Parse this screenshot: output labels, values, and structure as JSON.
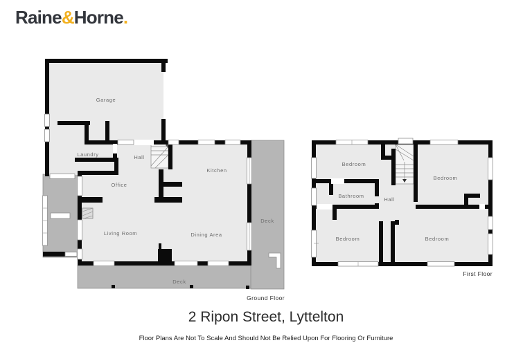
{
  "logo": {
    "word1": "Raine",
    "amp": "&",
    "word2": "Horne",
    "dot": "."
  },
  "title": "2 Ripon Street, Lyttelton",
  "disclaimer": "Floor Plans Are Not To Scale And Should Not Be Relied Upon For Flooring Or Furniture",
  "ground_floor": {
    "caption": "Ground Floor",
    "rooms": {
      "garage": "Garage",
      "laundry": "Laundry",
      "hall": "Hall",
      "kitchen": "Kitchen",
      "office": "Office",
      "living": "Living Room",
      "dining": "Dining Area",
      "deck_right": "Deck",
      "deck_bottom": "Deck"
    }
  },
  "first_floor": {
    "caption": "First Floor",
    "rooms": {
      "bedroom_top_left": "Bedroom",
      "bedroom_right": "Bedroom",
      "bathroom": "Bathroom",
      "hall": "Hall",
      "bedroom_bottom_left": "Bedroom",
      "bedroom_bottom_right": "Bedroom"
    }
  },
  "colors": {
    "wall": "#0b0b0b",
    "room_fill": "#eaeaea",
    "deck_fill": "#b6b6b6",
    "logo_text": "#33363c",
    "logo_accent": "#f2b01e"
  }
}
